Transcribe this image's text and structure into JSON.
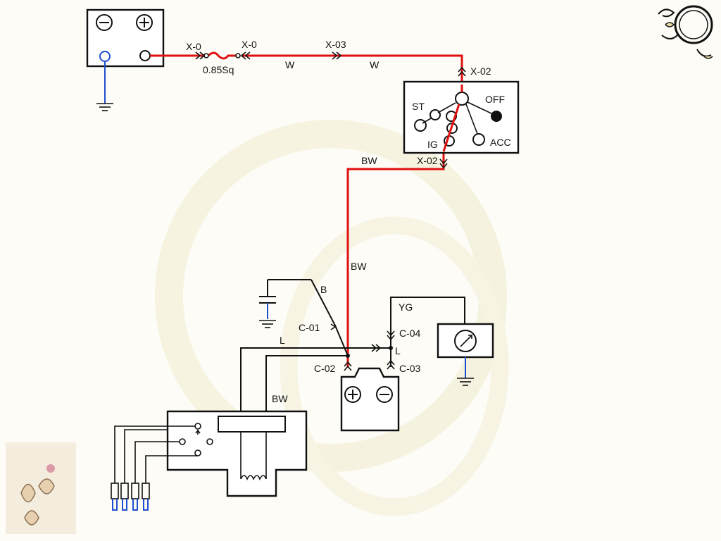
{
  "diagram": {
    "battery": {
      "neg_symbol": "⊖",
      "pos_symbol": "⊕"
    },
    "labels": {
      "x0_left": "X-0",
      "x0_right": "X-0",
      "fusible_link": "0.85Sq",
      "x03": "X-03",
      "wire_w_1": "W",
      "wire_w_2": "W",
      "x02_top": "X-02",
      "x02_bottom": "X-02",
      "bw_top": "BW",
      "bw_mid": "BW",
      "bw_low": "BW",
      "wire_b": "B",
      "c01": "C-01",
      "wire_l": "L",
      "node_l": "L",
      "c02": "C-02",
      "c03": "C-03",
      "c04": "C-04",
      "wire_yg": "YG"
    },
    "ignition_switch": {
      "st": "ST",
      "off": "OFF",
      "ig": "IG",
      "acc": "ACC"
    },
    "alternator": {
      "pos_symbol": "⊕",
      "neg_symbol": "⊖"
    },
    "colors": {
      "hot_wire": "#e01010",
      "ground_wire": "#1f4fd0",
      "line": "#111111"
    }
  }
}
